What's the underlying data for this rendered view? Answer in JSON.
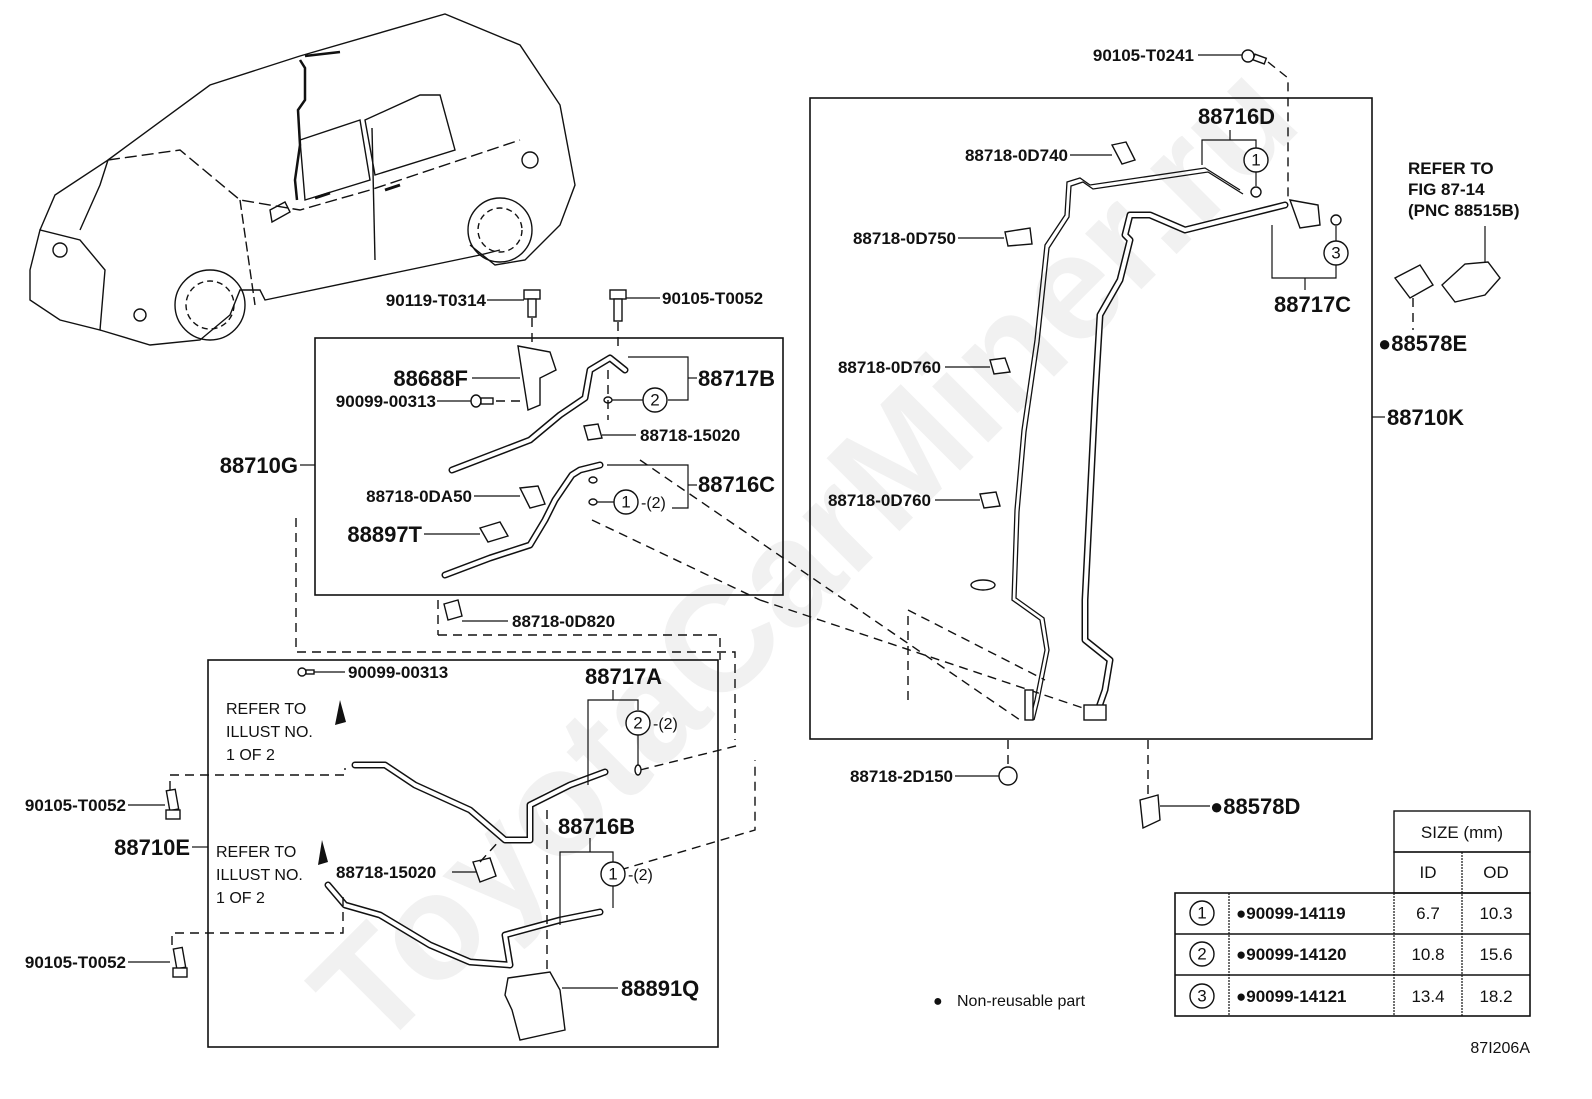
{
  "watermark": "ToyotaCarMiner.ru",
  "figure_id": "87I206A",
  "legend": {
    "symbol": "●",
    "text": "Non-reusable part"
  },
  "vehicle": {
    "description": "minivan overview illustration"
  },
  "groups": {
    "g88710G": {
      "assembly": "88710G",
      "parts": {
        "p90119": "90119-T0314",
        "p90105a": "90105-T0052",
        "p88688F": "88688F",
        "p90099a": "90099-00313",
        "p88717B": "88717B",
        "p88718_15020a": "88718-15020",
        "p88718_0DA50": "88718-0DA50",
        "p88716C": "88716C",
        "p88897T": "88897T",
        "p88718_0D820": "88718-0D820"
      },
      "oring_88717B": {
        "num": "2",
        "qty": ""
      },
      "oring_88716C": {
        "num": "1",
        "qty": "-(2)"
      }
    },
    "g88710E": {
      "assembly": "88710E",
      "parts": {
        "p90099b": "90099-00313",
        "p88717A": "88717A",
        "p90105b": "90105-T0052",
        "p88716B": "88716B",
        "p88718_15020b": "88718-15020",
        "p90105c": "90105-T0052",
        "p88891Q": "88891Q"
      },
      "refer1": [
        "REFER TO",
        "ILLUST NO.",
        "1 OF 2"
      ],
      "refer2": [
        "REFER TO",
        "ILLUST NO.",
        "1 OF 2"
      ],
      "oring_88717A": {
        "num": "2",
        "qty": "-(2)"
      },
      "oring_88716B": {
        "num": "1",
        "qty": "-(2)"
      }
    },
    "g88710K": {
      "assembly": "88710K",
      "parts": {
        "p90105_T0241": "90105-T0241",
        "p88716D": "88716D",
        "p88718_0D740": "88718-0D740",
        "p88718_0D750": "88718-0D750",
        "p88717C": "88717C",
        "p88718_0D760a": "88718-0D760",
        "p88718_0D760b": "88718-0D760",
        "p88718_2D150": "88718-2D150",
        "p88578D": "●88578D"
      },
      "oring_88716D": {
        "num": "1"
      },
      "oring_88717C": {
        "num": "3"
      }
    },
    "refer_fig": {
      "lines": [
        "REFER TO",
        "FIG 87-14",
        "(PNC 88515B)"
      ],
      "p88578E": "●88578E"
    }
  },
  "size_table": {
    "header": "SIZE (mm)",
    "columns": [
      "ID",
      "OD"
    ],
    "rows": [
      {
        "num": "1",
        "part": "●90099-14119",
        "id": "6.7",
        "od": "10.3"
      },
      {
        "num": "2",
        "part": "●90099-14120",
        "id": "10.8",
        "od": "15.6"
      },
      {
        "num": "3",
        "part": "●90099-14121",
        "id": "13.4",
        "od": "18.2"
      }
    ]
  }
}
